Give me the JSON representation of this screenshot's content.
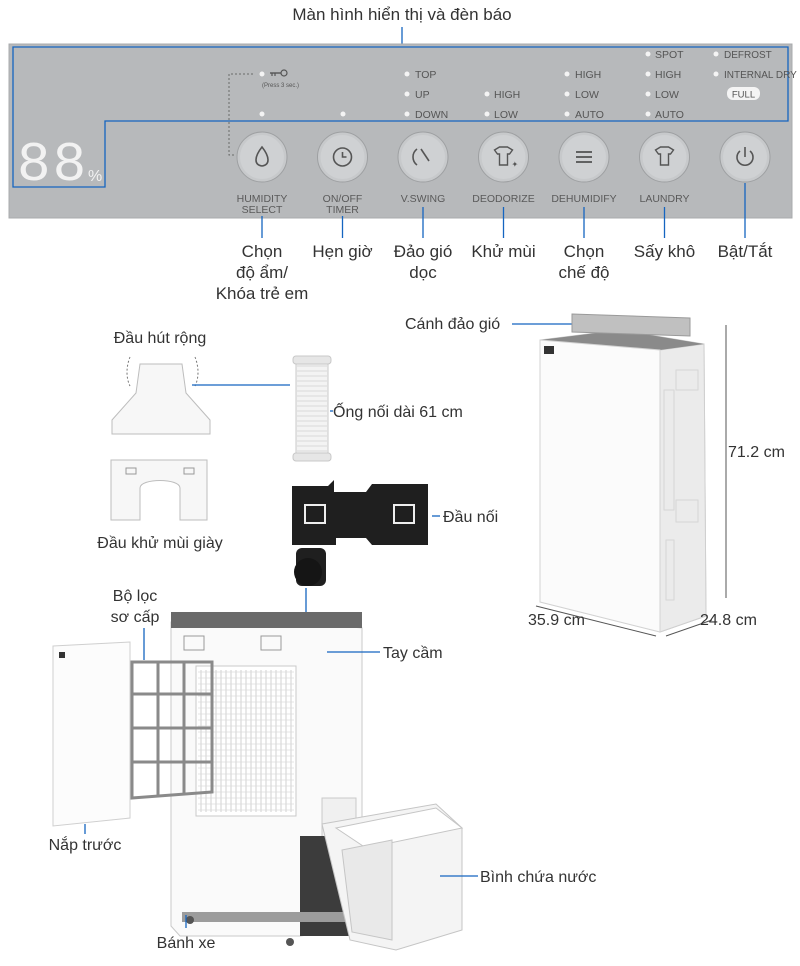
{
  "top_title": "Màn hình hiển thị và đèn báo",
  "display": {
    "digits": "88",
    "unit": "%"
  },
  "lock_icon_note": "(Press 3 sec.)",
  "indicators": {
    "swing": [
      "TOP",
      "UP",
      "DOWN"
    ],
    "deodorize": [
      "HIGH",
      "LOW"
    ],
    "dehumidify": [
      "HIGH",
      "LOW",
      "AUTO"
    ],
    "laundry": [
      "SPOT",
      "HIGH",
      "LOW",
      "AUTO"
    ],
    "right": [
      "DEFROST",
      "INTERNAL DRY"
    ],
    "full": "FULL"
  },
  "buttons": [
    {
      "label1": "HUMIDITY",
      "label2": "SELECT",
      "icon": "droplet-icon"
    },
    {
      "label1": "ON/OFF",
      "label2": "TIMER",
      "icon": "timer-icon"
    },
    {
      "label1": "V.SWING",
      "label2": "",
      "icon": "swing-icon"
    },
    {
      "label1": "DEODORIZE",
      "label2": "",
      "icon": "shirt-sparkle-icon"
    },
    {
      "label1": "DEHUMIDIFY",
      "label2": "",
      "icon": "menu-icon"
    },
    {
      "label1": "LAUNDRY",
      "label2": "",
      "icon": "shirt-icon"
    },
    {
      "label1": "",
      "label2": "",
      "icon": "power-icon"
    }
  ],
  "button_callouts": [
    [
      "Chọn",
      "độ ẩm/",
      "Khóa trẻ em"
    ],
    [
      "Hẹn giờ"
    ],
    [
      "Đảo gió",
      "dọc"
    ],
    [
      "Khử mùi"
    ],
    [
      "Chọn",
      "chế độ"
    ],
    [
      "Sấy khô"
    ],
    [
      "Bật/Tắt"
    ]
  ],
  "parts": {
    "wide_nozzle": "Đầu hút rộng",
    "hose": "Ống nối dài 61 cm",
    "shoe_nozzle": "Đầu khử mùi giày",
    "connector": "Đầu nối",
    "primary_filter_1": "Bộ lọc",
    "primary_filter_2": "sơ cấp",
    "handle": "Tay cầm",
    "front_cover": "Nắp trước",
    "water_tank": "Bình chứa nước",
    "wheels": "Bánh xe",
    "louver": "Cánh đảo gió"
  },
  "dimensions": {
    "height": "71.2 cm",
    "width": "35.9 cm",
    "depth": "24.8 cm"
  },
  "colors": {
    "panel": "#b7b9bb",
    "callout_line": "#1565c0",
    "digit": "#f2f2f2"
  }
}
